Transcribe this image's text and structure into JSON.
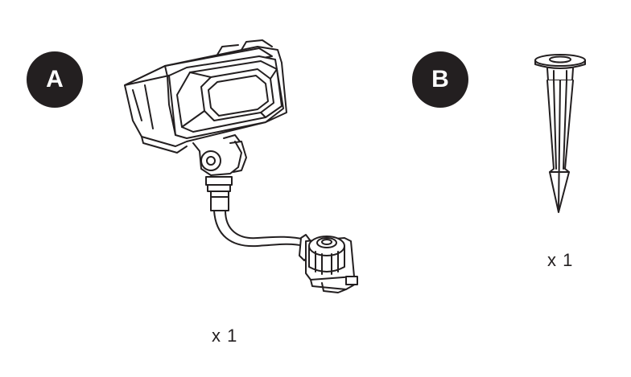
{
  "parts": [
    {
      "letter": "A",
      "name": "spotlight",
      "quantity": "x 1",
      "badge_color": "#231f20"
    },
    {
      "letter": "B",
      "name": "ground stake",
      "quantity": "x 1",
      "badge_color": "#231f20"
    }
  ],
  "ink_color": "#231f20"
}
